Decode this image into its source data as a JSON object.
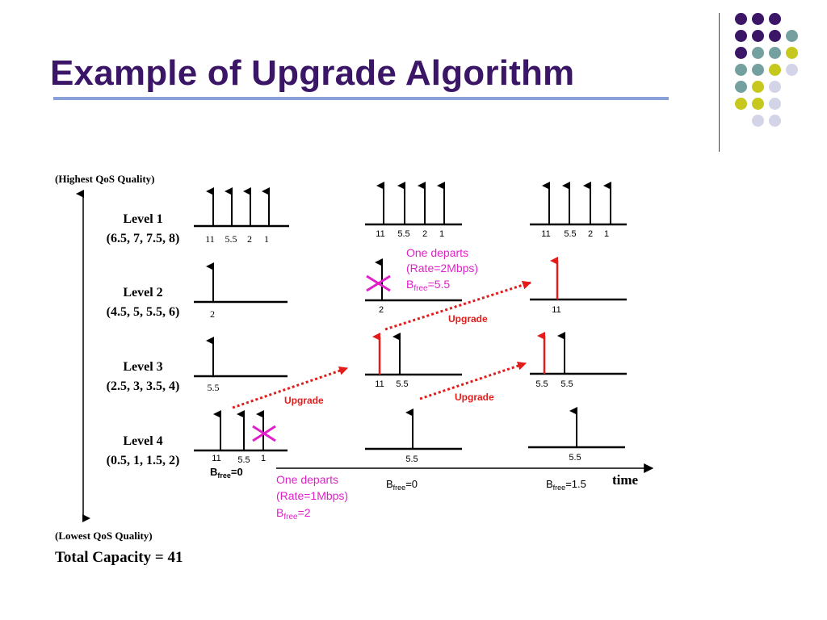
{
  "slide": {
    "title": "Example of Upgrade Algorithm"
  },
  "colors": {
    "title": "#3b1566",
    "rule": "#8aa0d8",
    "magenta": "#e020c8",
    "red": "#e21b1b",
    "dot_purple": "#3b1566",
    "dot_teal": "#75a0a0",
    "dot_olive": "#c6c81e",
    "dot_lavender": "#d4d4e8"
  },
  "decor": {
    "dot_grid": [
      [
        "purple",
        "purple",
        "purple",
        "",
        ""
      ],
      [
        "purple",
        "purple",
        "purple",
        "teal",
        ""
      ],
      [
        "purple",
        "teal",
        "teal",
        "olive",
        ""
      ],
      [
        "teal",
        "teal",
        "olive",
        "lavender",
        ""
      ],
      [
        "teal",
        "olive",
        "lavender",
        "",
        ""
      ],
      [
        "olive",
        "olive",
        "lavender",
        "",
        ""
      ],
      [
        "",
        "lavender",
        "lavender",
        "",
        ""
      ]
    ],
    "dot_grid_offsets": [
      0,
      0,
      0,
      0,
      0,
      0,
      0
    ]
  },
  "diagram": {
    "axis": {
      "top_label": "(Highest QoS Quality)",
      "bottom_label": "(Lowest QoS Quality)",
      "total_capacity": "Total Capacity = 41",
      "time_label": "time"
    },
    "levels": [
      {
        "name": "Level 1",
        "rates": "(6.5, 7, 7.5, 8)"
      },
      {
        "name": "Level 2",
        "rates": "(4.5, 5, 5.5, 6)"
      },
      {
        "name": "Level 3",
        "rates": "(2.5, 3, 3.5, 4)"
      },
      {
        "name": "Level 4",
        "rates": "(0.5, 1, 1.5, 2)"
      }
    ],
    "stage1": {
      "level1": [
        "11",
        "5.5",
        "2",
        "1"
      ],
      "level2": [
        "2"
      ],
      "level3": [
        "5.5"
      ],
      "level4": [
        "11",
        "5.5",
        "1"
      ],
      "bfree": {
        "B": "B",
        "sub": "free",
        "val": "=0"
      }
    },
    "stage2": {
      "level1": [
        "11",
        "5.5",
        "2",
        "1"
      ],
      "level2": [
        "2"
      ],
      "level3": [
        "11",
        "5.5"
      ],
      "level4": [
        "5.5"
      ],
      "bfree": {
        "B": "B",
        "sub": "free",
        "val": "=0"
      }
    },
    "stage3": {
      "level1": [
        "11",
        "5.5",
        "2",
        "1"
      ],
      "level2": [
        "11"
      ],
      "level3": [
        "5.5",
        "5.5"
      ],
      "level4": [
        "5.5"
      ],
      "bfree": {
        "B": "B",
        "sub": "free",
        "val": "=1.5"
      }
    },
    "departs1": {
      "line1": "One departs",
      "line2": "(Rate=1Mbps)",
      "B": "B",
      "sub": "free",
      "val": "=2"
    },
    "departs2": {
      "line1": "One departs",
      "line2": "(Rate=2Mbps)",
      "B": "B",
      "sub": "free",
      "val": "=5.5"
    },
    "upgrade_labels": [
      "Upgrade",
      "Upgrade",
      "Upgrade"
    ]
  }
}
